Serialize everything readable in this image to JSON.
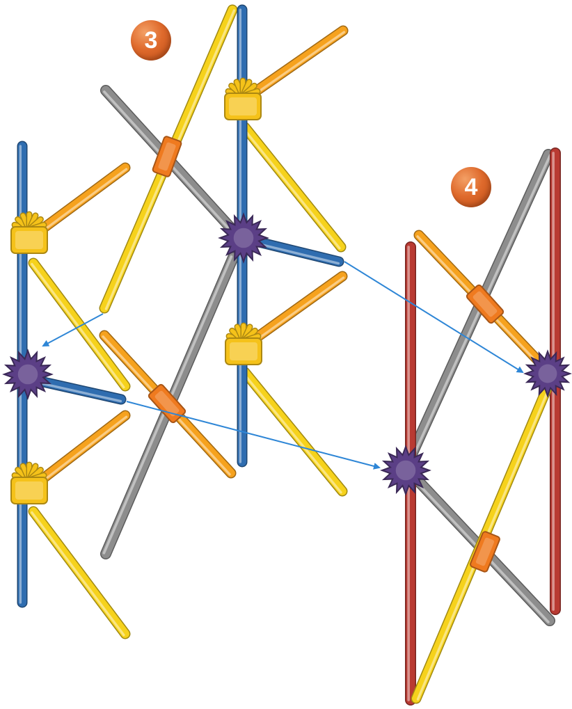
{
  "steps": [
    {
      "number": "3"
    },
    {
      "number": "4"
    }
  ],
  "colors": {
    "background": "#ffffff",
    "rod_blue": "#2f6db0",
    "rod_yellow": "#f6d21c",
    "rod_orange": "#f6a21e",
    "rod_gray": "#8d8d8d",
    "rod_red": "#b93a32",
    "connector_yellow": "#f5c21a",
    "connector_purple": "#5b3f86",
    "connector_orange": "#ef7a1f",
    "arrow": "#2e86d6",
    "badge": "#df6a2c"
  },
  "parts": {
    "rods": [
      "blue-rod",
      "yellow-rod",
      "orange-rod",
      "gray-rod",
      "red-rod"
    ],
    "connectors": [
      "yellow-connector",
      "purple-connector",
      "orange-connector"
    ]
  }
}
